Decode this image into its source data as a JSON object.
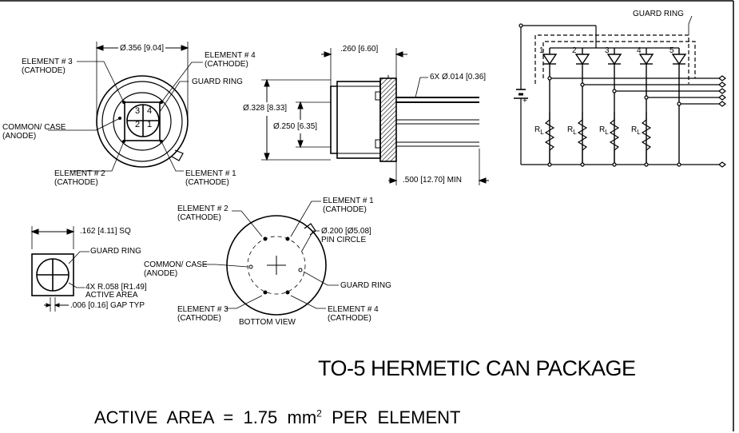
{
  "top_view": {
    "element3": [
      "ELEMENT # 3",
      "(CATHODE)"
    ],
    "element4": [
      "ELEMENT # 4",
      "(CATHODE)"
    ],
    "guard_ring": "GUARD RING",
    "common_case": [
      "COMMON/ CASE",
      "(ANODE)"
    ],
    "element2": [
      "ELEMENT # 2",
      "(CATHODE)"
    ],
    "element1": [
      "ELEMENT # 1",
      "(CATHODE)"
    ],
    "diameter": "Ø.356 [9.04]",
    "quadrants": [
      "3",
      "4",
      "2",
      "1"
    ]
  },
  "side_view": {
    "width": ".260 [6.60]",
    "pins": "6X Ø.014 [0.36]",
    "outer_diameter": "Ø.328 [8.33]",
    "inner_diameter": "Ø.250 [6.35]",
    "lead_length": ".500 [12.70] MIN"
  },
  "circuit": {
    "guard_ring": "GUARD RING",
    "diodes": [
      "1",
      "2",
      "3",
      "4",
      "5"
    ],
    "resistor_label": "R",
    "resistor_sub": "L",
    "battery_plus": "+"
  },
  "active_area_detail": {
    "size": ".162 [4.11] SQ",
    "guard_ring": "GUARD RING",
    "radius": [
      "4X R.058 [R1.49]",
      "ACTIVE AREA"
    ],
    "gap": ".006 [0.16] GAP TYP"
  },
  "bottom_view": {
    "element2": [
      "ELEMENT # 2",
      "(CATHODE)"
    ],
    "element1": [
      "ELEMENT # 1",
      "(CATHODE)"
    ],
    "pin_circle": [
      "Ø.200 [Ø5.08]",
      "PIN CIRCLE"
    ],
    "common_case": [
      "COMMON/ CASE",
      "(ANODE)"
    ],
    "guard_ring": "GUARD RING",
    "element3": [
      "ELEMENT # 3",
      "(CATHODE)"
    ],
    "element4": [
      "ELEMENT # 4",
      "(CATHODE)"
    ],
    "caption": "BOTTOM VIEW"
  },
  "title": "TO-5 HERMETIC CAN PACKAGE",
  "footer": {
    "prefix": "ACTIVE  AREA  =  1.75  mm",
    "sup": "2",
    "suffix": "  PER  ELEMENT"
  }
}
